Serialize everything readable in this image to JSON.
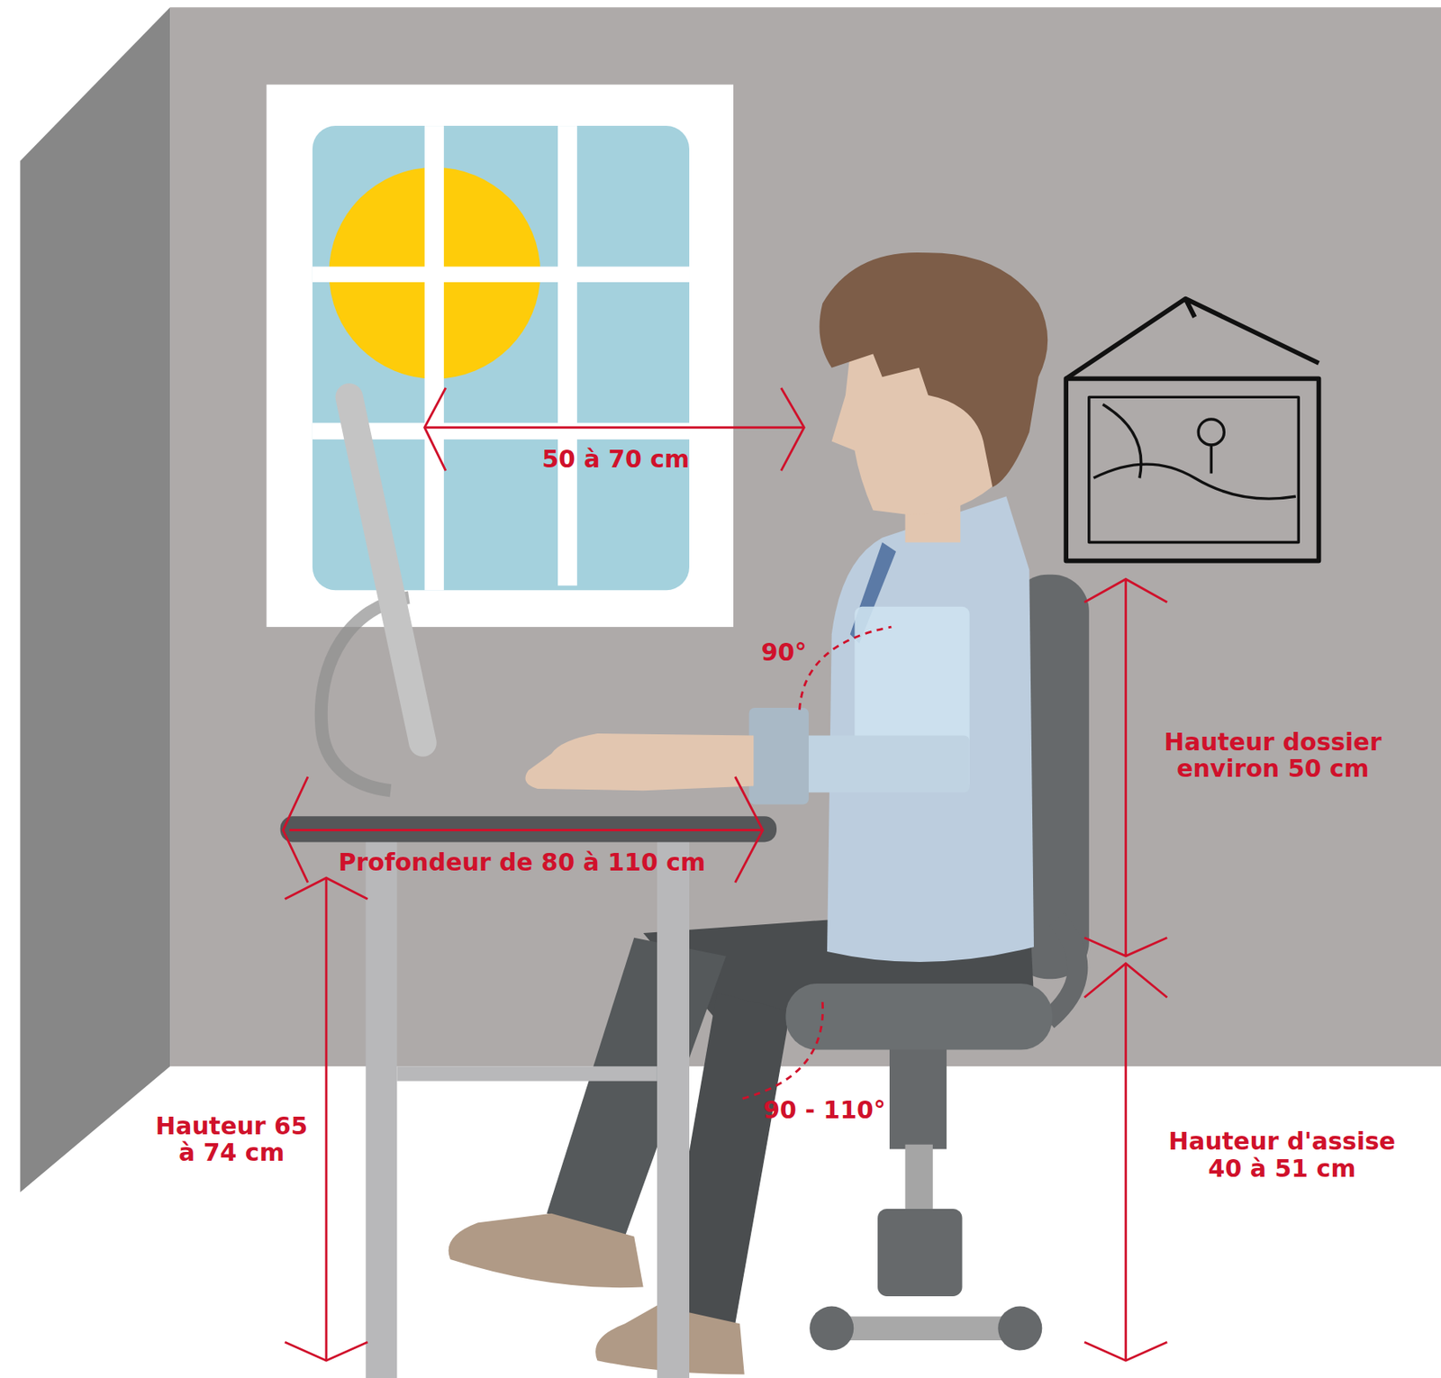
{
  "diagram": {
    "labels": [
      "50 à 70 cm",
      "90°",
      "Hauteur dossier environ 50 cm",
      "Profondeur de 80 à 110 cm",
      "90 - 110°",
      "Hauteur 65 à 74 cm",
      "Hauteur d'assise 40 à 51 cm"
    ]
  }
}
